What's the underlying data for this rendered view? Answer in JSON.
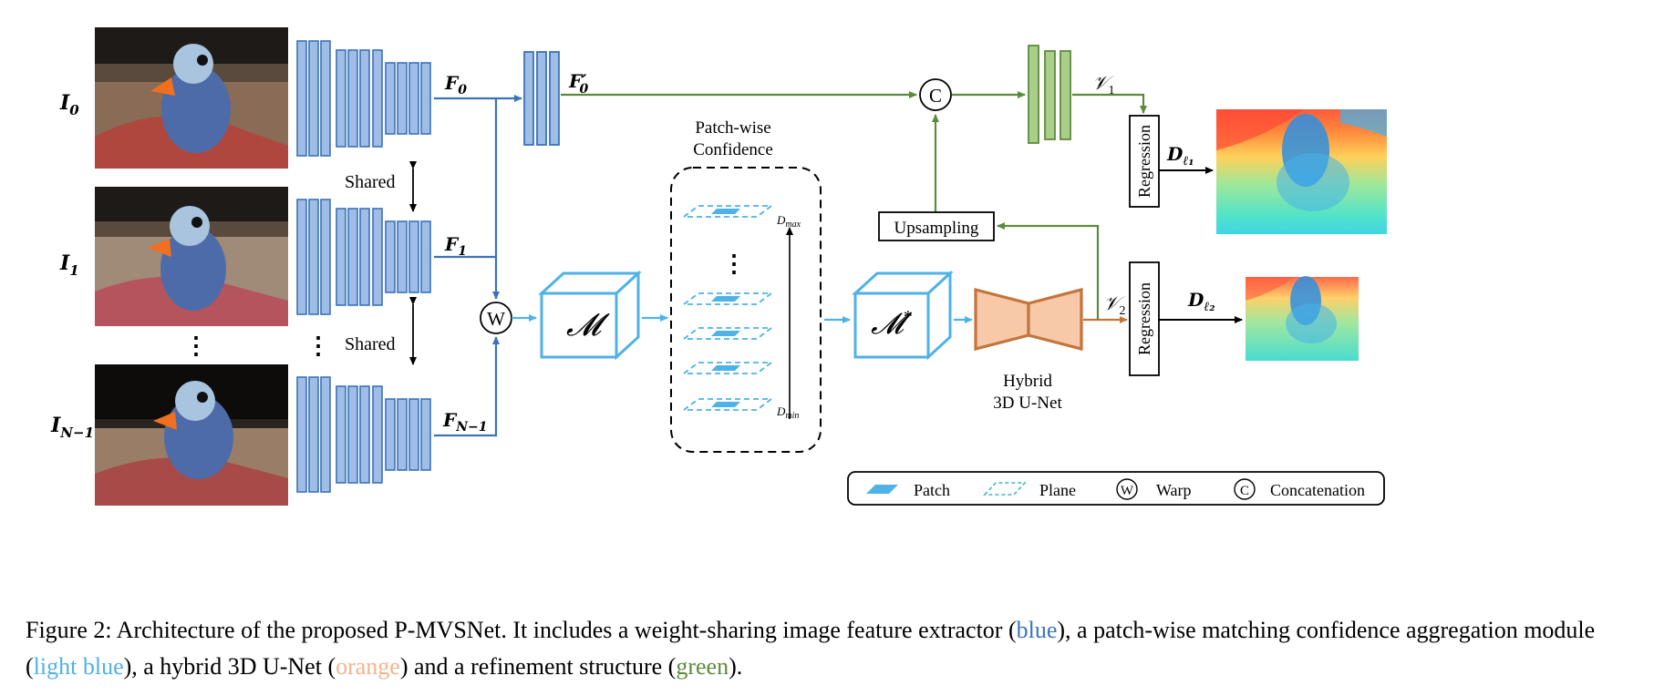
{
  "inputs": [
    {
      "label": "I",
      "sub": "0"
    },
    {
      "label": "I",
      "sub": "1"
    },
    {
      "label": "I",
      "sub": "N−1"
    }
  ],
  "dots": "⋮",
  "shared_labels": [
    "Shared",
    "Shared"
  ],
  "features": [
    {
      "label": "F",
      "sub": "0"
    },
    {
      "label": "F",
      "sub": "1"
    },
    {
      "label": "F",
      "sub": "N−1"
    }
  ],
  "f0_prime": {
    "label": "F",
    "prime": "′",
    "sub": "0"
  },
  "warp_symbol": "W",
  "concat_symbol": "C",
  "cost_volume": "𝓜",
  "cost_volume_star": {
    "label": "𝓜",
    "sup": "*"
  },
  "patch_conf_title": [
    "Patch-wise",
    "Confidence"
  ],
  "d_max": {
    "label": "D",
    "sub": "max"
  },
  "d_min": {
    "label": "D",
    "sub": "min"
  },
  "upsampling": "Upsampling",
  "regression": "Regression",
  "v1": {
    "label": "𝒱",
    "sub": "1"
  },
  "v2": {
    "label": "𝒱",
    "sub": "2"
  },
  "d_l1": {
    "label": "D",
    "sub": "ℓ₁"
  },
  "d_l2": {
    "label": "D",
    "sub": "ℓ₂"
  },
  "unet_label": [
    "Hybrid",
    "3D U-Net"
  ],
  "legend": {
    "patch": "Patch",
    "plane": "Plane",
    "warp_symbol": "W",
    "warp": "Warp",
    "concat_symbol": "C",
    "concat": "Concatenation"
  },
  "caption": {
    "prefix": "Figure 2:  Architecture of the proposed P-MVSNet. It includes a weight-sharing image feature extractor (",
    "blue": "blue",
    "mid1": "), a patch-wise matching confidence aggregation module (",
    "lightblue": "light blue",
    "mid2": "), a hybrid 3D U-Net (",
    "orange": "orange",
    "mid3": ") and a refinement structure (",
    "green": "green",
    "suffix": ")."
  },
  "colors": {
    "blue": "#3b73b8",
    "blue_fill": "#9fbde6",
    "light_blue": "#4fb2e6",
    "orange": "#c4753a",
    "orange_fill": "#f7c9a8",
    "green": "#5e8a3b",
    "green_fill": "#a9cf8a"
  }
}
